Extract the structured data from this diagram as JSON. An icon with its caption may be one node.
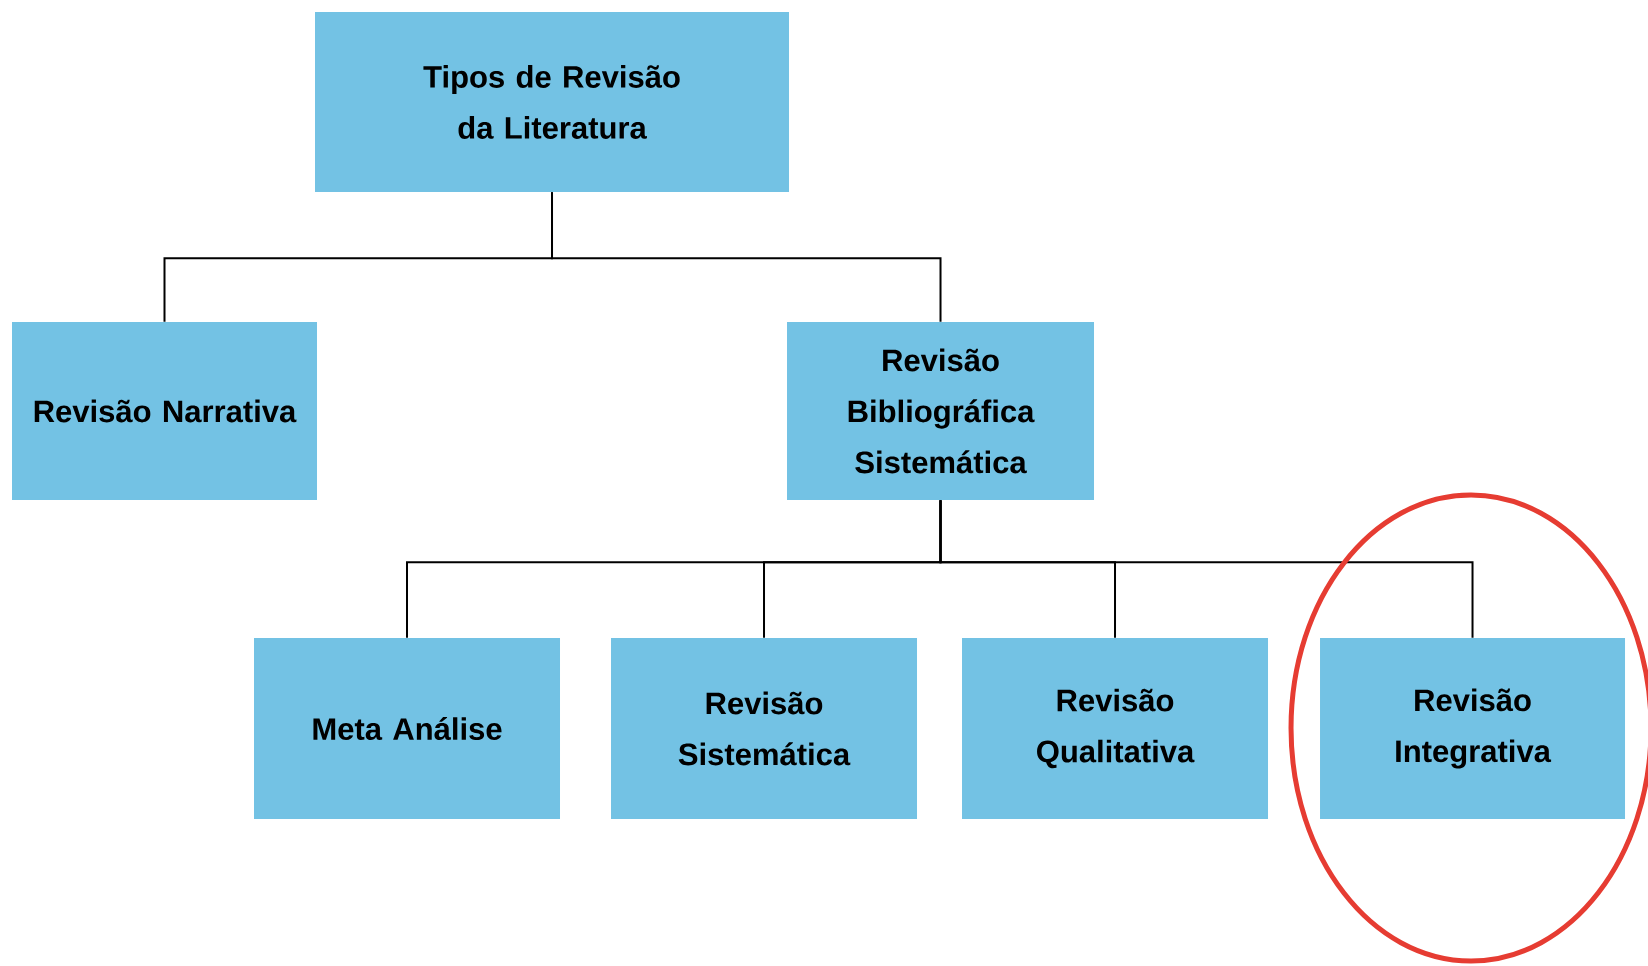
{
  "diagram": {
    "nodes": [
      {
        "text": [
          "Tipos de Revisão da Literatura"
        ]
      },
      {
        "text": [
          "Revisão Narrativa"
        ]
      },
      {
        "text": [
          "Revisão Bibliográfica Sistemática"
        ]
      },
      {
        "text": [
          "Meta Análise"
        ]
      },
      {
        "text": [
          "Revisão Sistemática"
        ]
      },
      {
        "text": [
          "Revisão Qualitativa"
        ]
      },
      {
        "text": [
          "Revisão Integrativa"
        ]
      }
    ],
    "edges": [
      {
        "from": 0,
        "to": 1,
        "arrow": "none"
      },
      {
        "from": 0,
        "to": 2,
        "arrow": "none"
      },
      {
        "from": 2,
        "to": 3,
        "arrow": "none"
      },
      {
        "from": 2,
        "to": 4,
        "arrow": "none"
      },
      {
        "from": 2,
        "to": 5,
        "arrow": "none"
      },
      {
        "from": 2,
        "to": 6,
        "arrow": "none"
      }
    ]
  }
}
